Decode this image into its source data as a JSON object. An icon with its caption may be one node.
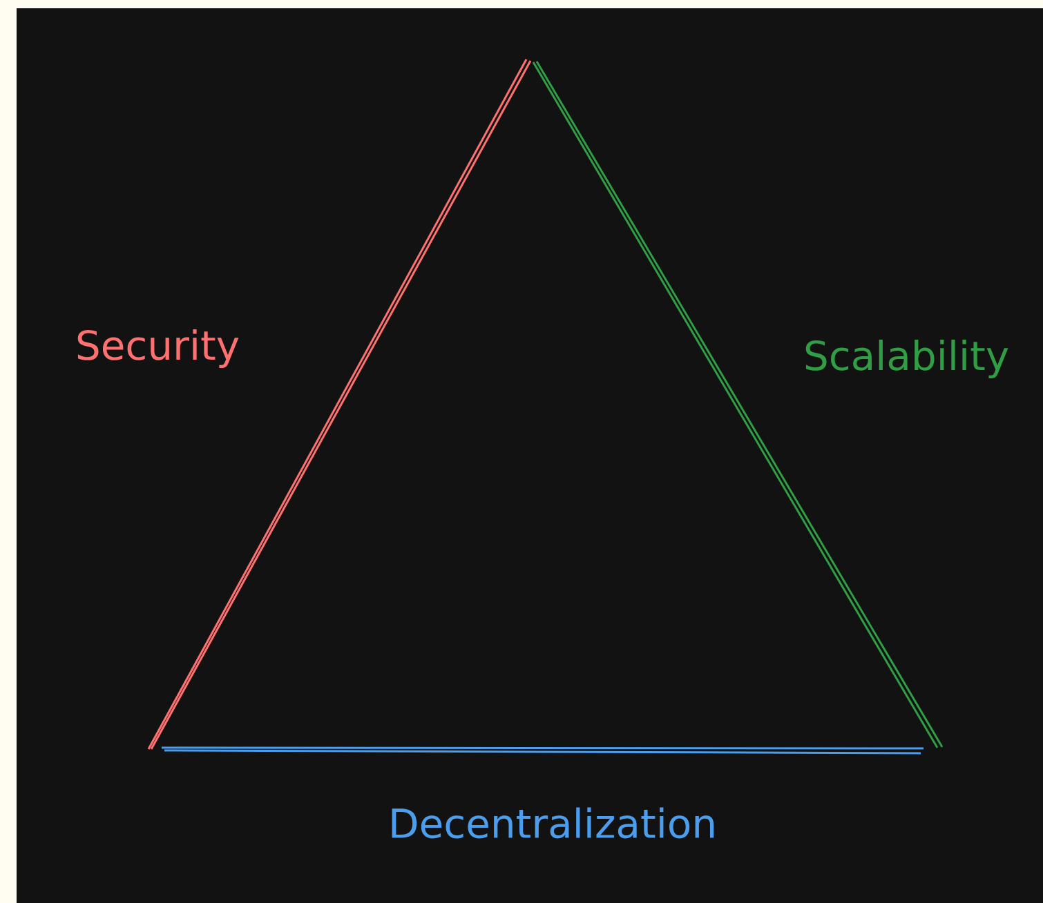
{
  "diagram": {
    "labels": [
      "Security",
      "Scalability",
      "Decentralization"
    ]
  }
}
